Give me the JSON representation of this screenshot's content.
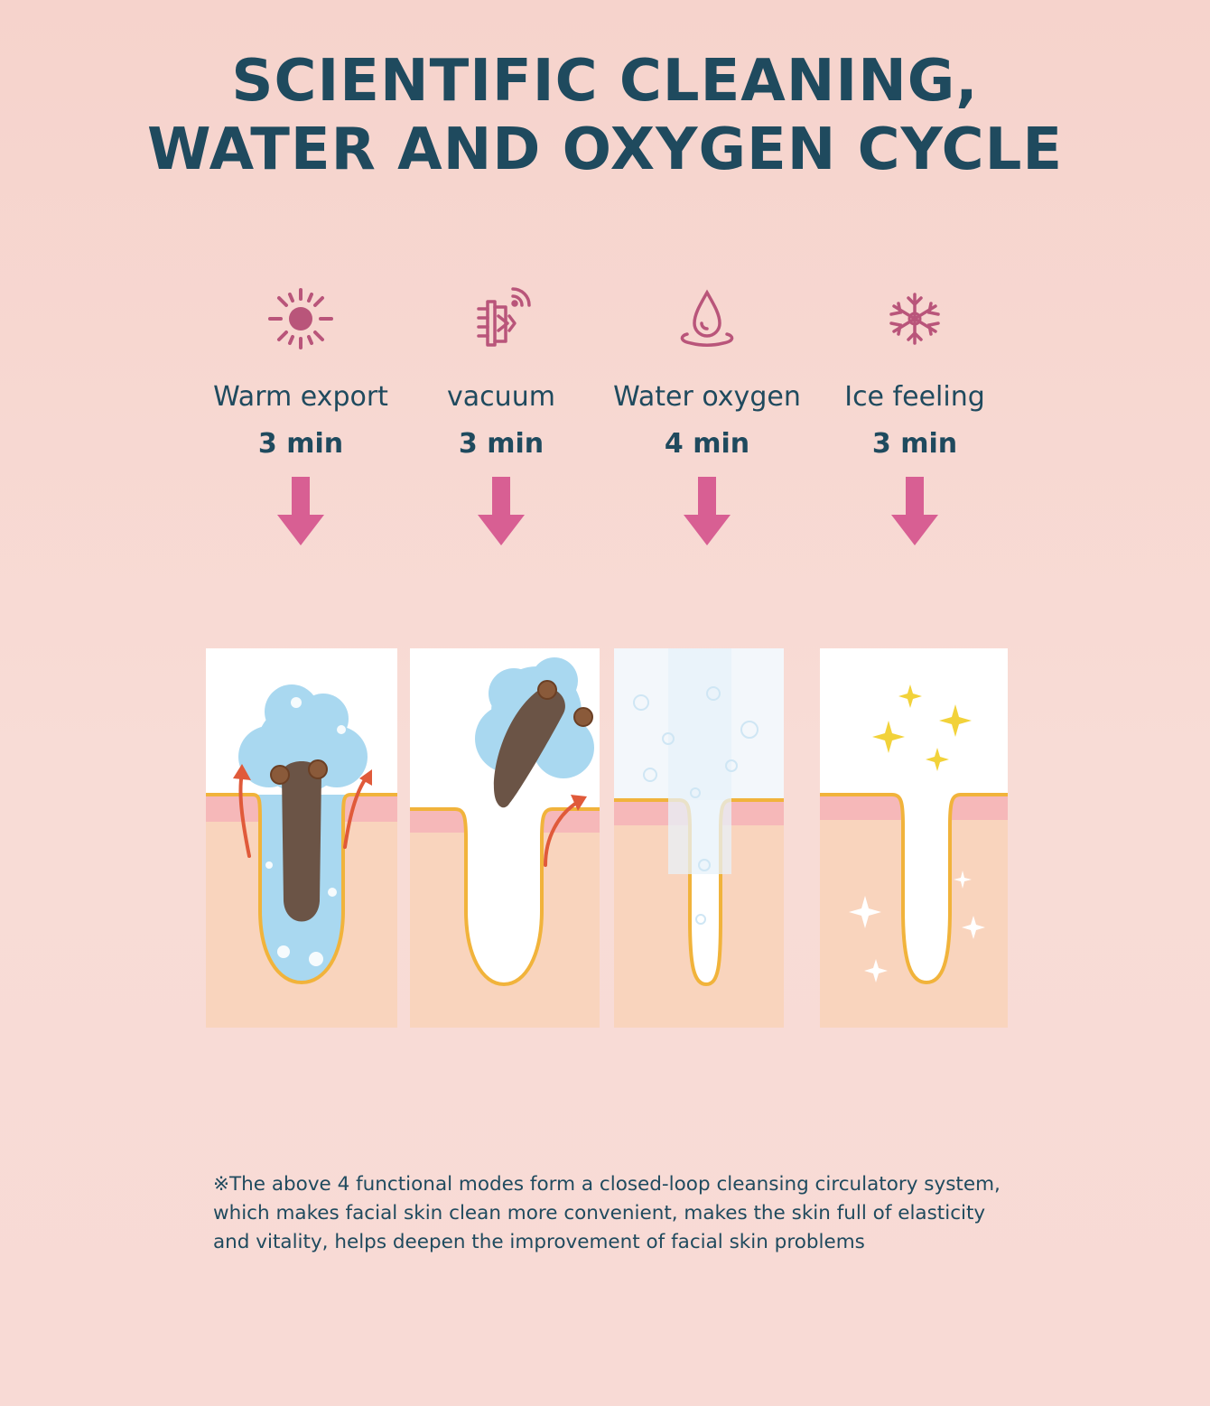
{
  "title": {
    "line1": "SCIENTIFIC CLEANING,",
    "line2": "WATER AND OXYGEN CYCLE"
  },
  "modes": [
    {
      "name": "Warm export",
      "duration": "3 min",
      "icon": "sun-icon"
    },
    {
      "name": "vacuum",
      "duration": "3 min",
      "icon": "vacuum-suction-icon"
    },
    {
      "name": "Water oxygen",
      "duration": "4 min",
      "icon": "water-drop-icon"
    },
    {
      "name": "Ice feeling",
      "duration": "3 min",
      "icon": "snowflake-icon"
    }
  ],
  "panels": [
    "pore-warm-export-illustration",
    "pore-vacuum-illustration",
    "pore-water-oxygen-illustration",
    "pore-ice-feeling-illustration"
  ],
  "note": "※The above 4 functional modes form a closed-loop cleansing circulatory system, which makes facial skin clean more convenient, makes the skin full of elasticity and vitality, helps deepen the improvement of facial skin problems",
  "colors": {
    "background": "#f7d6d0",
    "text": "#1f4a5e",
    "icon": "#b9557a",
    "arrow": "#d85f93",
    "skin": "#f9d4bd",
    "skin_surface": "#f6b8b9",
    "pore_outline": "#f1b33b",
    "bubbles": "#a9d8f0",
    "dirt": "#6b5446",
    "sparkle": "#f2d23a"
  }
}
